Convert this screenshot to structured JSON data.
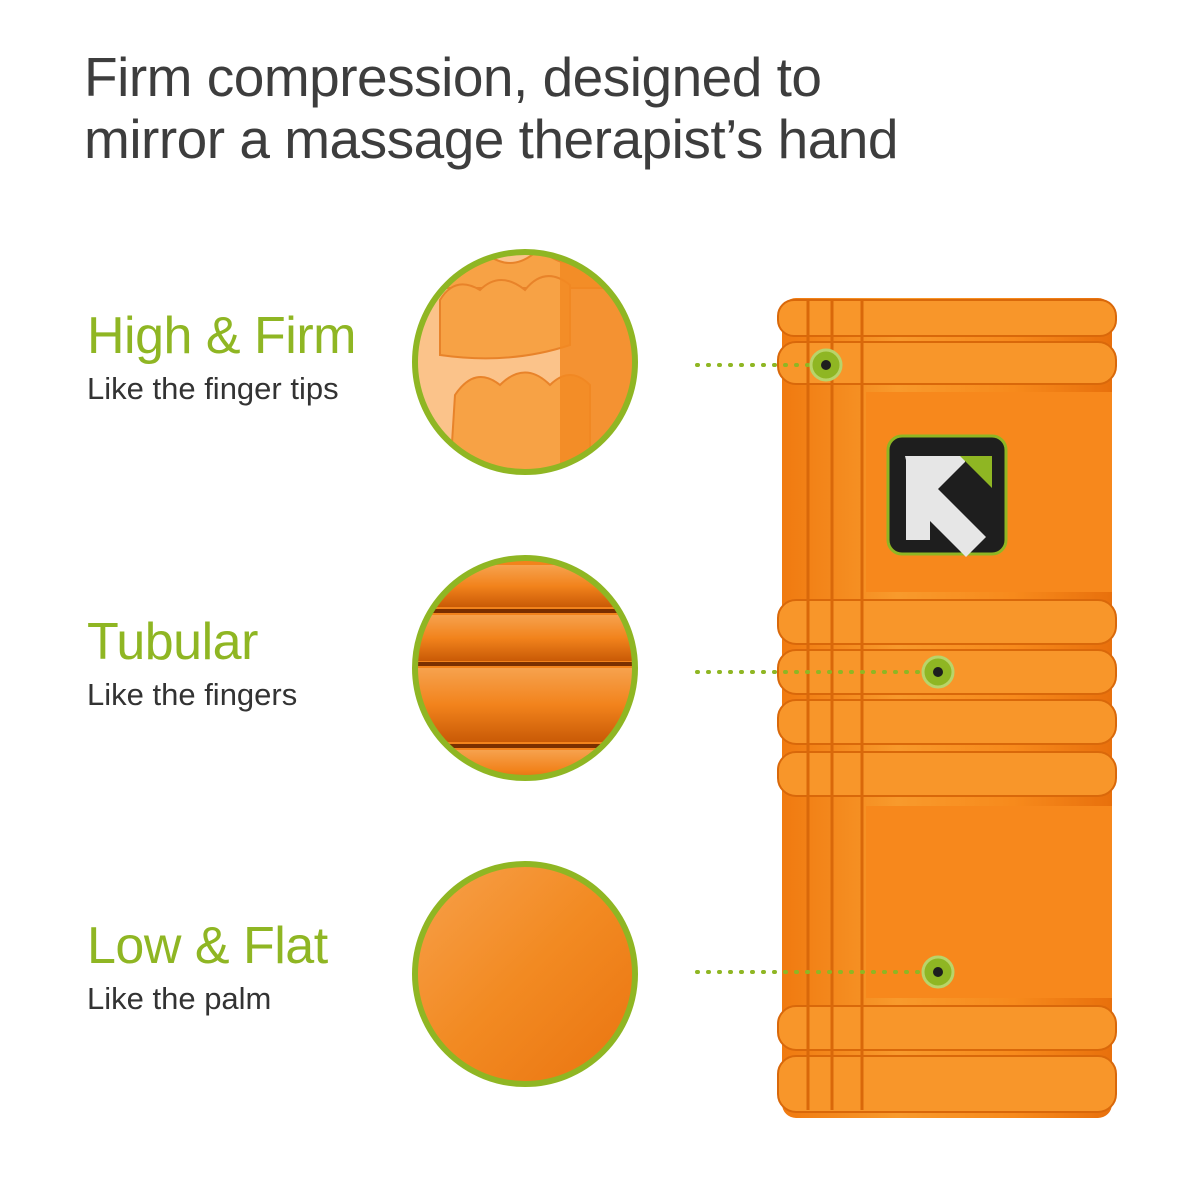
{
  "headline": {
    "line1": "Firm compression, designed to",
    "line2": "mirror a massage therapist’s hand"
  },
  "features": [
    {
      "title": "High & Firm",
      "subtitle": "Like the finger tips"
    },
    {
      "title": "Tubular",
      "subtitle": "Like the fingers"
    },
    {
      "title": "Low & Flat",
      "subtitle": "Like the palm"
    }
  ],
  "colors": {
    "accent_green": "#8fb623",
    "roller_orange": "#f5891e",
    "text_dark": "#3d3d3d"
  },
  "icons": [
    "trigger-point-logo-icon"
  ]
}
